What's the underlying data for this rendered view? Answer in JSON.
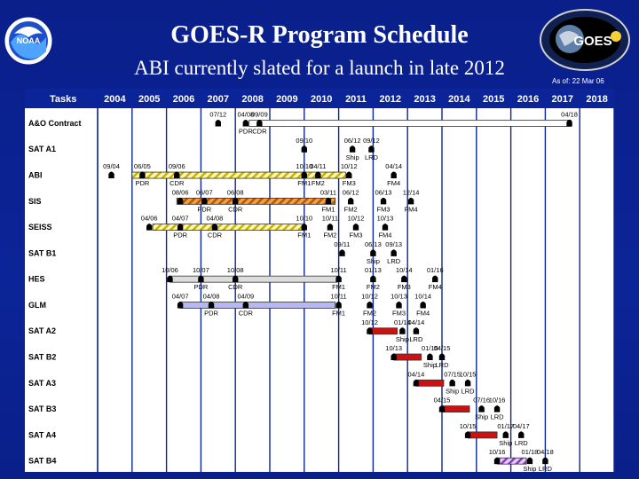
{
  "title": "GOES-R Program Schedule",
  "subtitle": "ABI currently slated for a launch in late 2012",
  "as_of": "As of: 22 Mar 06",
  "logo_left_text": "NOAA",
  "logo_right_text": "GOES",
  "colors": {
    "background": "#0b2497",
    "chart_bg": "#ffffff",
    "header_bg": "#0b2497",
    "text": "#000000",
    "hatch_yellow": "#f5e34a",
    "hatch_orange": "#e8791c",
    "bar_grey": "#dcdcdc",
    "bar_lavender": "#b8b8f0",
    "bar_red": "#cc1111",
    "hatch_purple": "#c080e0",
    "marker": "#000000",
    "grid_line": "#0b2497"
  },
  "chart_data": {
    "type": "gantt",
    "header_label": "Tasks",
    "years": [
      "2004",
      "2005",
      "2006",
      "2007",
      "2008",
      "2009",
      "2010",
      "2011",
      "2012",
      "2013",
      "2014",
      "2015",
      "2016",
      "2017",
      "2018"
    ],
    "rows": [
      {
        "name": "A&O Contract",
        "bars": [
          {
            "start": "2008.4",
            "end": "2017.75",
            "style": "white"
          }
        ],
        "milestones": [
          {
            "x": 2007.5,
            "top": "07/12",
            "bottom": ""
          },
          {
            "x": 2008.3,
            "top": "04/08",
            "bottom": "PDR"
          },
          {
            "x": 2008.7,
            "top": "09/09",
            "bottom": "CDR"
          },
          {
            "x": 2017.7,
            "top": "04/18",
            "bottom": ""
          }
        ]
      },
      {
        "name": "SAT A1",
        "bars": [],
        "milestones": [
          {
            "x": 2010.0,
            "top": "09/10",
            "bottom": ""
          },
          {
            "x": 2011.4,
            "top": "06/12",
            "bottom": "Ship"
          },
          {
            "x": 2011.95,
            "top": "09/12",
            "bottom": "LRD"
          }
        ]
      },
      {
        "name": "ABI",
        "bars": [
          {
            "start": "2005.0",
            "end": "2011.2",
            "style": "yellow"
          }
        ],
        "milestones": [
          {
            "x": 2004.4,
            "top": "09/04",
            "bottom": ""
          },
          {
            "x": 2005.3,
            "top": "06/05",
            "bottom": "PDR"
          },
          {
            "x": 2006.3,
            "top": "09/06",
            "bottom": "CDR"
          },
          {
            "x": 2010.0,
            "top": "10/10",
            "bottom": "FM1"
          },
          {
            "x": 2010.4,
            "top": "04/11",
            "bottom": "FM2"
          },
          {
            "x": 2011.3,
            "top": "10/12",
            "bottom": "FM3"
          },
          {
            "x": 2012.6,
            "top": "04/14",
            "bottom": "FM4"
          }
        ]
      },
      {
        "name": "SIS",
        "bars": [
          {
            "start": "2006.3",
            "end": "2010.9",
            "style": "orange"
          }
        ],
        "milestones": [
          {
            "x": 2006.4,
            "top": "08/06",
            "bottom": ""
          },
          {
            "x": 2007.1,
            "top": "06/07",
            "bottom": "PDR"
          },
          {
            "x": 2008.0,
            "top": "06/08",
            "bottom": "CDR"
          },
          {
            "x": 2010.7,
            "top": "03/11",
            "bottom": "FM1"
          },
          {
            "x": 2011.35,
            "top": "06/12",
            "bottom": "FM2"
          },
          {
            "x": 2012.3,
            "top": "06/13",
            "bottom": "FM3"
          },
          {
            "x": 2013.1,
            "top": "12/14",
            "bottom": "FM4"
          }
        ]
      },
      {
        "name": "SEISS",
        "bars": [
          {
            "start": "2005.6",
            "end": "2010.0",
            "style": "yellow"
          }
        ],
        "milestones": [
          {
            "x": 2005.5,
            "top": "04/06",
            "bottom": ""
          },
          {
            "x": 2006.4,
            "top": "04/07",
            "bottom": "PDR"
          },
          {
            "x": 2007.4,
            "top": "04/08",
            "bottom": "CDR"
          },
          {
            "x": 2010.0,
            "top": "10/10",
            "bottom": "FM1"
          },
          {
            "x": 2010.75,
            "top": "10/11",
            "bottom": "FM2"
          },
          {
            "x": 2011.5,
            "top": "10/12",
            "bottom": "FM3"
          },
          {
            "x": 2012.35,
            "top": "10/13",
            "bottom": "FM4"
          }
        ]
      },
      {
        "name": "SAT B1",
        "bars": [],
        "milestones": [
          {
            "x": 2011.1,
            "top": "09/11",
            "bottom": ""
          },
          {
            "x": 2012.0,
            "top": "06/13",
            "bottom": "Ship"
          },
          {
            "x": 2012.6,
            "top": "09/13",
            "bottom": "LRD"
          }
        ]
      },
      {
        "name": "HES",
        "bars": [
          {
            "start": "2006.1",
            "end": "2010.95",
            "style": "grey"
          }
        ],
        "milestones": [
          {
            "x": 2006.1,
            "top": "10/06",
            "bottom": ""
          },
          {
            "x": 2007.0,
            "top": "10/07",
            "bottom": "PDR"
          },
          {
            "x": 2008.0,
            "top": "10/08",
            "bottom": "CDR"
          },
          {
            "x": 2011.0,
            "top": "10/11",
            "bottom": "FM1"
          },
          {
            "x": 2012.0,
            "top": "01/13",
            "bottom": "FM2"
          },
          {
            "x": 2012.9,
            "top": "10/14",
            "bottom": "FM3"
          },
          {
            "x": 2013.8,
            "top": "01/16",
            "bottom": "FM4"
          }
        ]
      },
      {
        "name": "GLM",
        "bars": [
          {
            "start": "2006.4",
            "end": "2010.9",
            "style": "lavender"
          }
        ],
        "milestones": [
          {
            "x": 2006.4,
            "top": "04/07",
            "bottom": ""
          },
          {
            "x": 2007.3,
            "top": "04/08",
            "bottom": "PDR"
          },
          {
            "x": 2008.3,
            "top": "04/09",
            "bottom": "CDR"
          },
          {
            "x": 2011.0,
            "top": "10/11",
            "bottom": "FM1"
          },
          {
            "x": 2011.9,
            "top": "10/12",
            "bottom": "FM2"
          },
          {
            "x": 2012.75,
            "top": "10/13",
            "bottom": "FM3"
          },
          {
            "x": 2013.45,
            "top": "10/14",
            "bottom": "FM4"
          }
        ]
      },
      {
        "name": "SAT A2",
        "bars": [
          {
            "start": "2011.9",
            "end": "2012.7",
            "style": "red"
          }
        ],
        "milestones": [
          {
            "x": 2011.9,
            "top": "10/12",
            "bottom": ""
          },
          {
            "x": 2012.85,
            "top": "01/14",
            "bottom": "Ship"
          },
          {
            "x": 2013.25,
            "top": "04/14",
            "bottom": "LRD"
          }
        ]
      },
      {
        "name": "SAT B2",
        "bars": [
          {
            "start": "2012.6",
            "end": "2013.4",
            "style": "red"
          }
        ],
        "milestones": [
          {
            "x": 2012.6,
            "top": "10/13",
            "bottom": ""
          },
          {
            "x": 2013.65,
            "top": "01/15",
            "bottom": "Ship"
          },
          {
            "x": 2014.0,
            "top": "04/15",
            "bottom": "LRD"
          }
        ]
      },
      {
        "name": "SAT A3",
        "bars": [
          {
            "start": "2013.25",
            "end": "2014.05",
            "style": "red"
          }
        ],
        "milestones": [
          {
            "x": 2013.25,
            "top": "04/14",
            "bottom": ""
          },
          {
            "x": 2014.3,
            "top": "07/15",
            "bottom": "Ship"
          },
          {
            "x": 2014.75,
            "top": "10/15",
            "bottom": "LRD"
          }
        ]
      },
      {
        "name": "SAT B3",
        "bars": [
          {
            "start": "2014.0",
            "end": "2014.8",
            "style": "red"
          }
        ],
        "milestones": [
          {
            "x": 2014.0,
            "top": "04/15",
            "bottom": ""
          },
          {
            "x": 2015.15,
            "top": "07/16",
            "bottom": "Ship"
          },
          {
            "x": 2015.6,
            "top": "10/16",
            "bottom": "LRD"
          }
        ]
      },
      {
        "name": "SAT A4",
        "bars": [
          {
            "start": "2014.75",
            "end": "2015.6",
            "style": "red"
          }
        ],
        "milestones": [
          {
            "x": 2014.75,
            "top": "10/15",
            "bottom": ""
          },
          {
            "x": 2015.85,
            "top": "01/17",
            "bottom": "Ship"
          },
          {
            "x": 2016.3,
            "top": "04/17",
            "bottom": "LRD"
          }
        ]
      },
      {
        "name": "SAT B4",
        "bars": [
          {
            "start": "2015.6",
            "end": "2016.45",
            "style": "purple"
          }
        ],
        "milestones": [
          {
            "x": 2015.6,
            "top": "10/16",
            "bottom": ""
          },
          {
            "x": 2016.55,
            "top": "01/18",
            "bottom": "Ship"
          },
          {
            "x": 2017.0,
            "top": "04/18",
            "bottom": "LRD"
          }
        ]
      }
    ]
  }
}
